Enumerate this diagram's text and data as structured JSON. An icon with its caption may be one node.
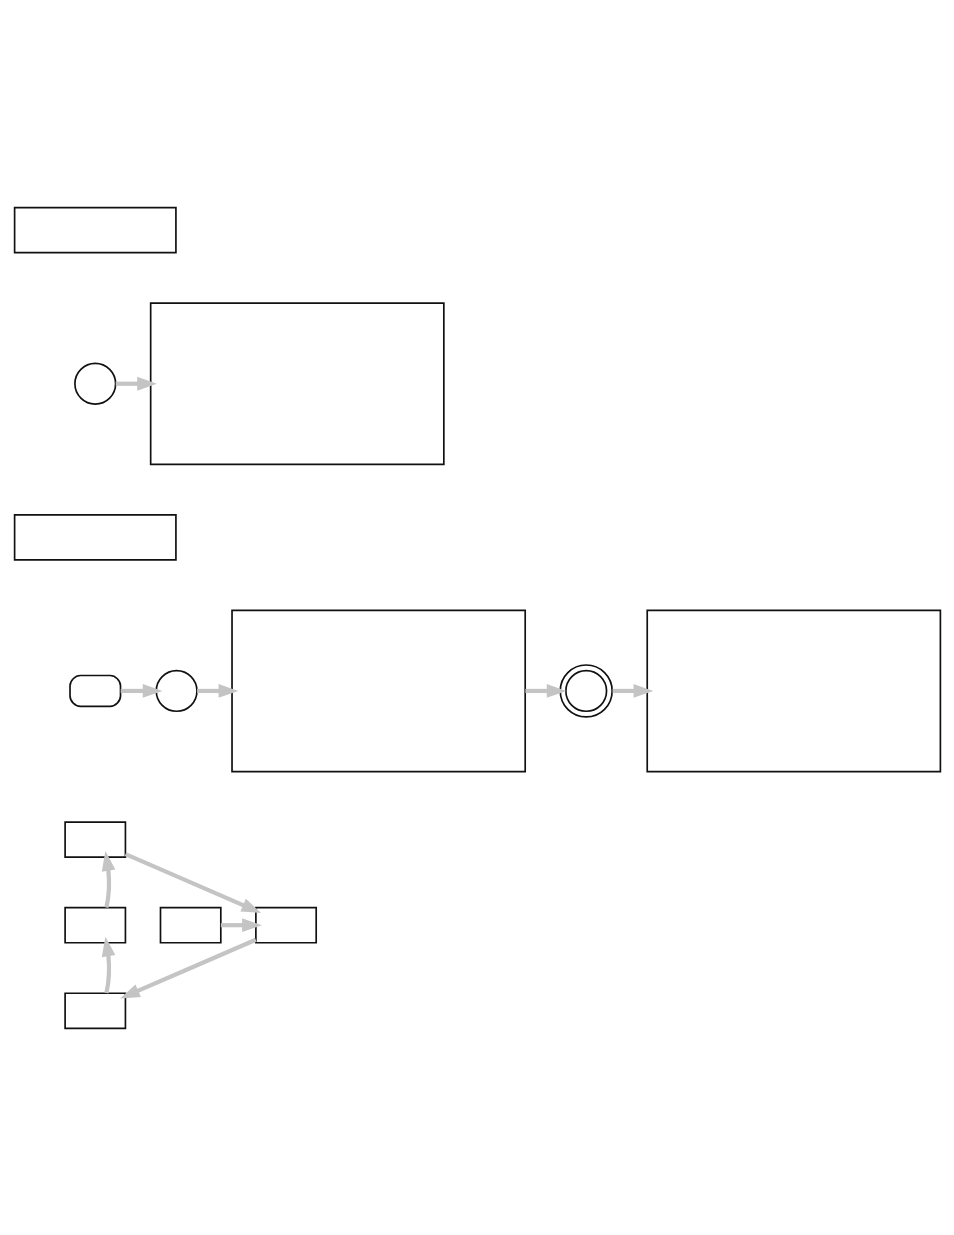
{
  "diagram": {
    "nodes": [
      {
        "text": [],
        "shape": "box"
      },
      {
        "text": [],
        "shape": "circle"
      },
      {
        "text": [],
        "shape": "box"
      },
      {
        "text": [],
        "shape": "box"
      },
      {
        "text": [],
        "shape": "button"
      },
      {
        "text": [],
        "shape": "circle"
      },
      {
        "text": [],
        "shape": "box"
      },
      {
        "text": [],
        "shape": "circle"
      },
      {
        "text": [],
        "shape": "box"
      },
      {
        "text": [],
        "shape": "box"
      },
      {
        "text": [],
        "shape": "box"
      },
      {
        "text": [],
        "shape": "box"
      },
      {
        "text": [],
        "shape": "box"
      },
      {
        "text": [],
        "shape": "box"
      }
    ],
    "edges": [
      {
        "from": 1,
        "to": 2,
        "arrow": "to"
      },
      {
        "from": 4,
        "to": 5,
        "arrow": "to"
      },
      {
        "from": 5,
        "to": 6,
        "arrow": "to"
      },
      {
        "from": 6,
        "to": 7,
        "arrow": "to"
      },
      {
        "from": 7,
        "to": 8,
        "arrow": "to"
      },
      {
        "from": 10,
        "to": 9,
        "arrow": "to"
      },
      {
        "from": 9,
        "to": 12,
        "arrow": "to"
      },
      {
        "from": 11,
        "to": 12,
        "arrow": "to"
      },
      {
        "from": 12,
        "to": 13,
        "arrow": "to"
      },
      {
        "from": 13,
        "to": 10,
        "arrow": "to"
      }
    ]
  }
}
